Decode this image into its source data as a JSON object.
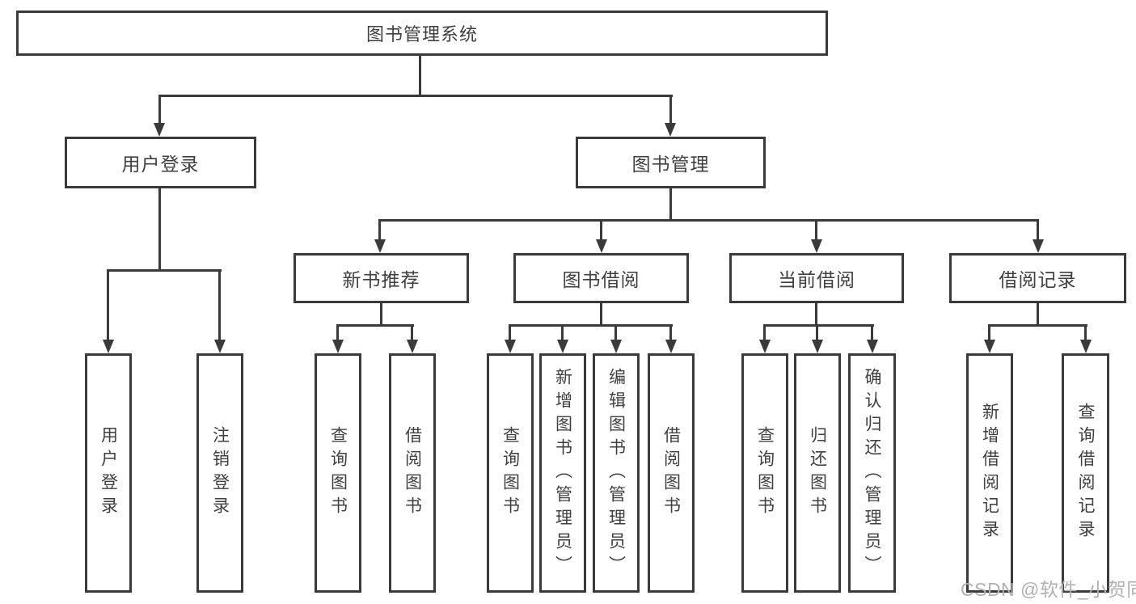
{
  "tree": {
    "label": "图书管理系统",
    "children": [
      {
        "label": "用户登录",
        "children": [
          {
            "label": "用户登录"
          },
          {
            "label": "注销登录"
          }
        ]
      },
      {
        "label": "图书管理",
        "children": [
          {
            "label": "新书推荐",
            "children": [
              {
                "label": "查询图书"
              },
              {
                "label": "借阅图书"
              }
            ]
          },
          {
            "label": "图书借阅",
            "children": [
              {
                "label": "查询图书"
              },
              {
                "label": "新增图书（管理员）"
              },
              {
                "label": "编辑图书（管理员）"
              },
              {
                "label": "借阅图书"
              }
            ]
          },
          {
            "label": "当前借阅",
            "children": [
              {
                "label": "查询图书"
              },
              {
                "label": "归还图书"
              },
              {
                "label": "确认归还（管理员）"
              }
            ]
          },
          {
            "label": "借阅记录",
            "children": [
              {
                "label": "新增借阅记录"
              },
              {
                "label": "查询借阅记录"
              }
            ]
          }
        ]
      }
    ]
  },
  "watermark": "CSDN @软件_小贺同学",
  "colors": {
    "line": "#3a3a3a",
    "text": "#3f3f3f",
    "watermark": "#b2b1b0",
    "background": "#ffffff"
  }
}
